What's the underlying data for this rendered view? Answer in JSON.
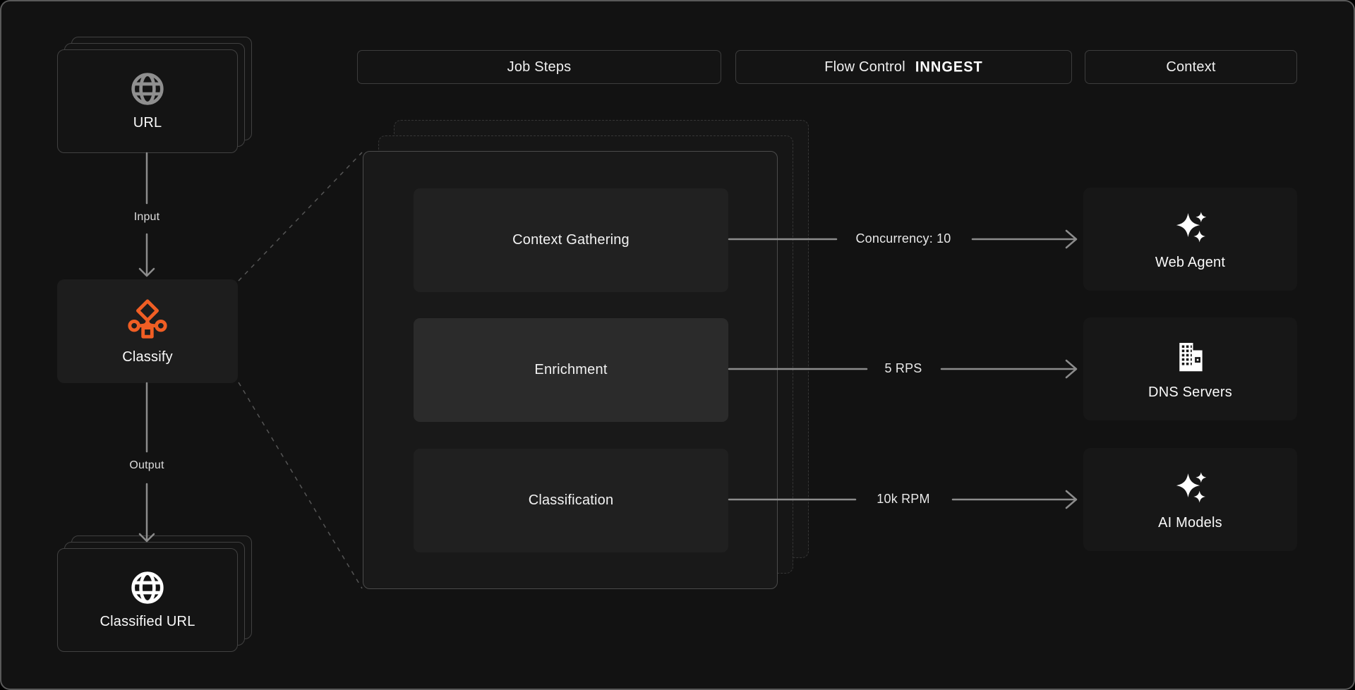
{
  "headers": {
    "job_steps": "Job Steps",
    "flow_control": "Flow Control",
    "flow_control_logo": "INNGEST",
    "context": "Context"
  },
  "left_flow": {
    "source_label": "URL",
    "input_label": "Input",
    "classify_label": "Classify",
    "output_label": "Output",
    "result_label": "Classified URL"
  },
  "job_steps": [
    {
      "label": "Context Gathering"
    },
    {
      "label": "Enrichment"
    },
    {
      "label": "Classification"
    }
  ],
  "flow_control_labels": [
    {
      "label": "Concurrency: 10"
    },
    {
      "label": "5 RPS"
    },
    {
      "label": "10k RPM"
    }
  ],
  "context_nodes": [
    {
      "label": "Web Agent",
      "icon": "sparkles-icon"
    },
    {
      "label": "DNS Servers",
      "icon": "building-icon"
    },
    {
      "label": "AI Models",
      "icon": "sparkles-icon"
    }
  ],
  "colors": {
    "accent_orange": "#f05e24",
    "arrow_gray": "#8c8c8c",
    "dashed_gray": "#555555",
    "background": "#121212"
  }
}
